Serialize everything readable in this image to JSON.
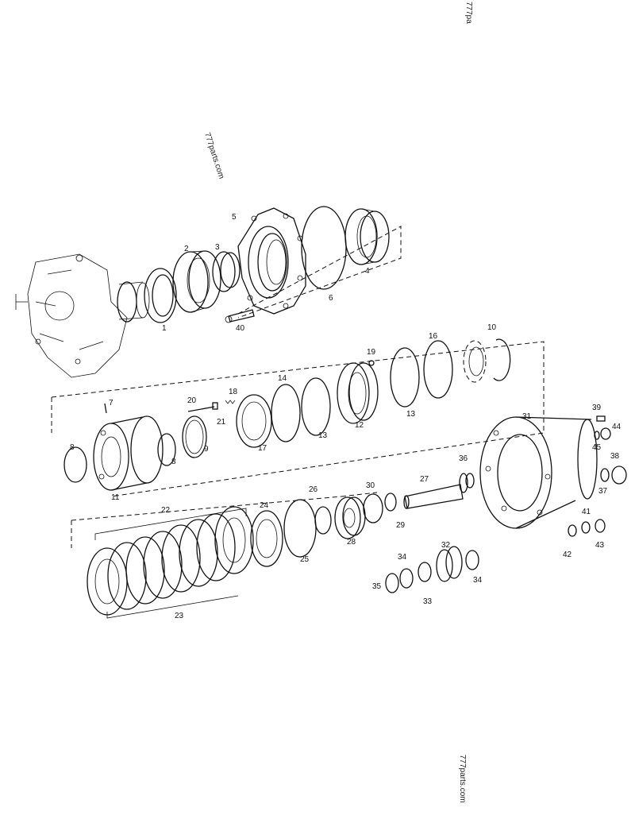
{
  "watermarks": [
    "777parts.com",
    "777parts.com",
    "777pa"
  ],
  "callouts": [
    "1",
    "2",
    "3",
    "4",
    "5",
    "6",
    "40",
    "7",
    "8",
    "8",
    "9",
    "11",
    "17",
    "18",
    "20",
    "21",
    "14",
    "13",
    "12",
    "19",
    "16",
    "13",
    "10",
    "22",
    "23",
    "24",
    "25",
    "26",
    "28",
    "30",
    "29",
    "27",
    "36",
    "31",
    "39",
    "44",
    "45",
    "38",
    "37",
    "41",
    "42",
    "43",
    "32",
    "33",
    "34",
    "34",
    "35"
  ]
}
